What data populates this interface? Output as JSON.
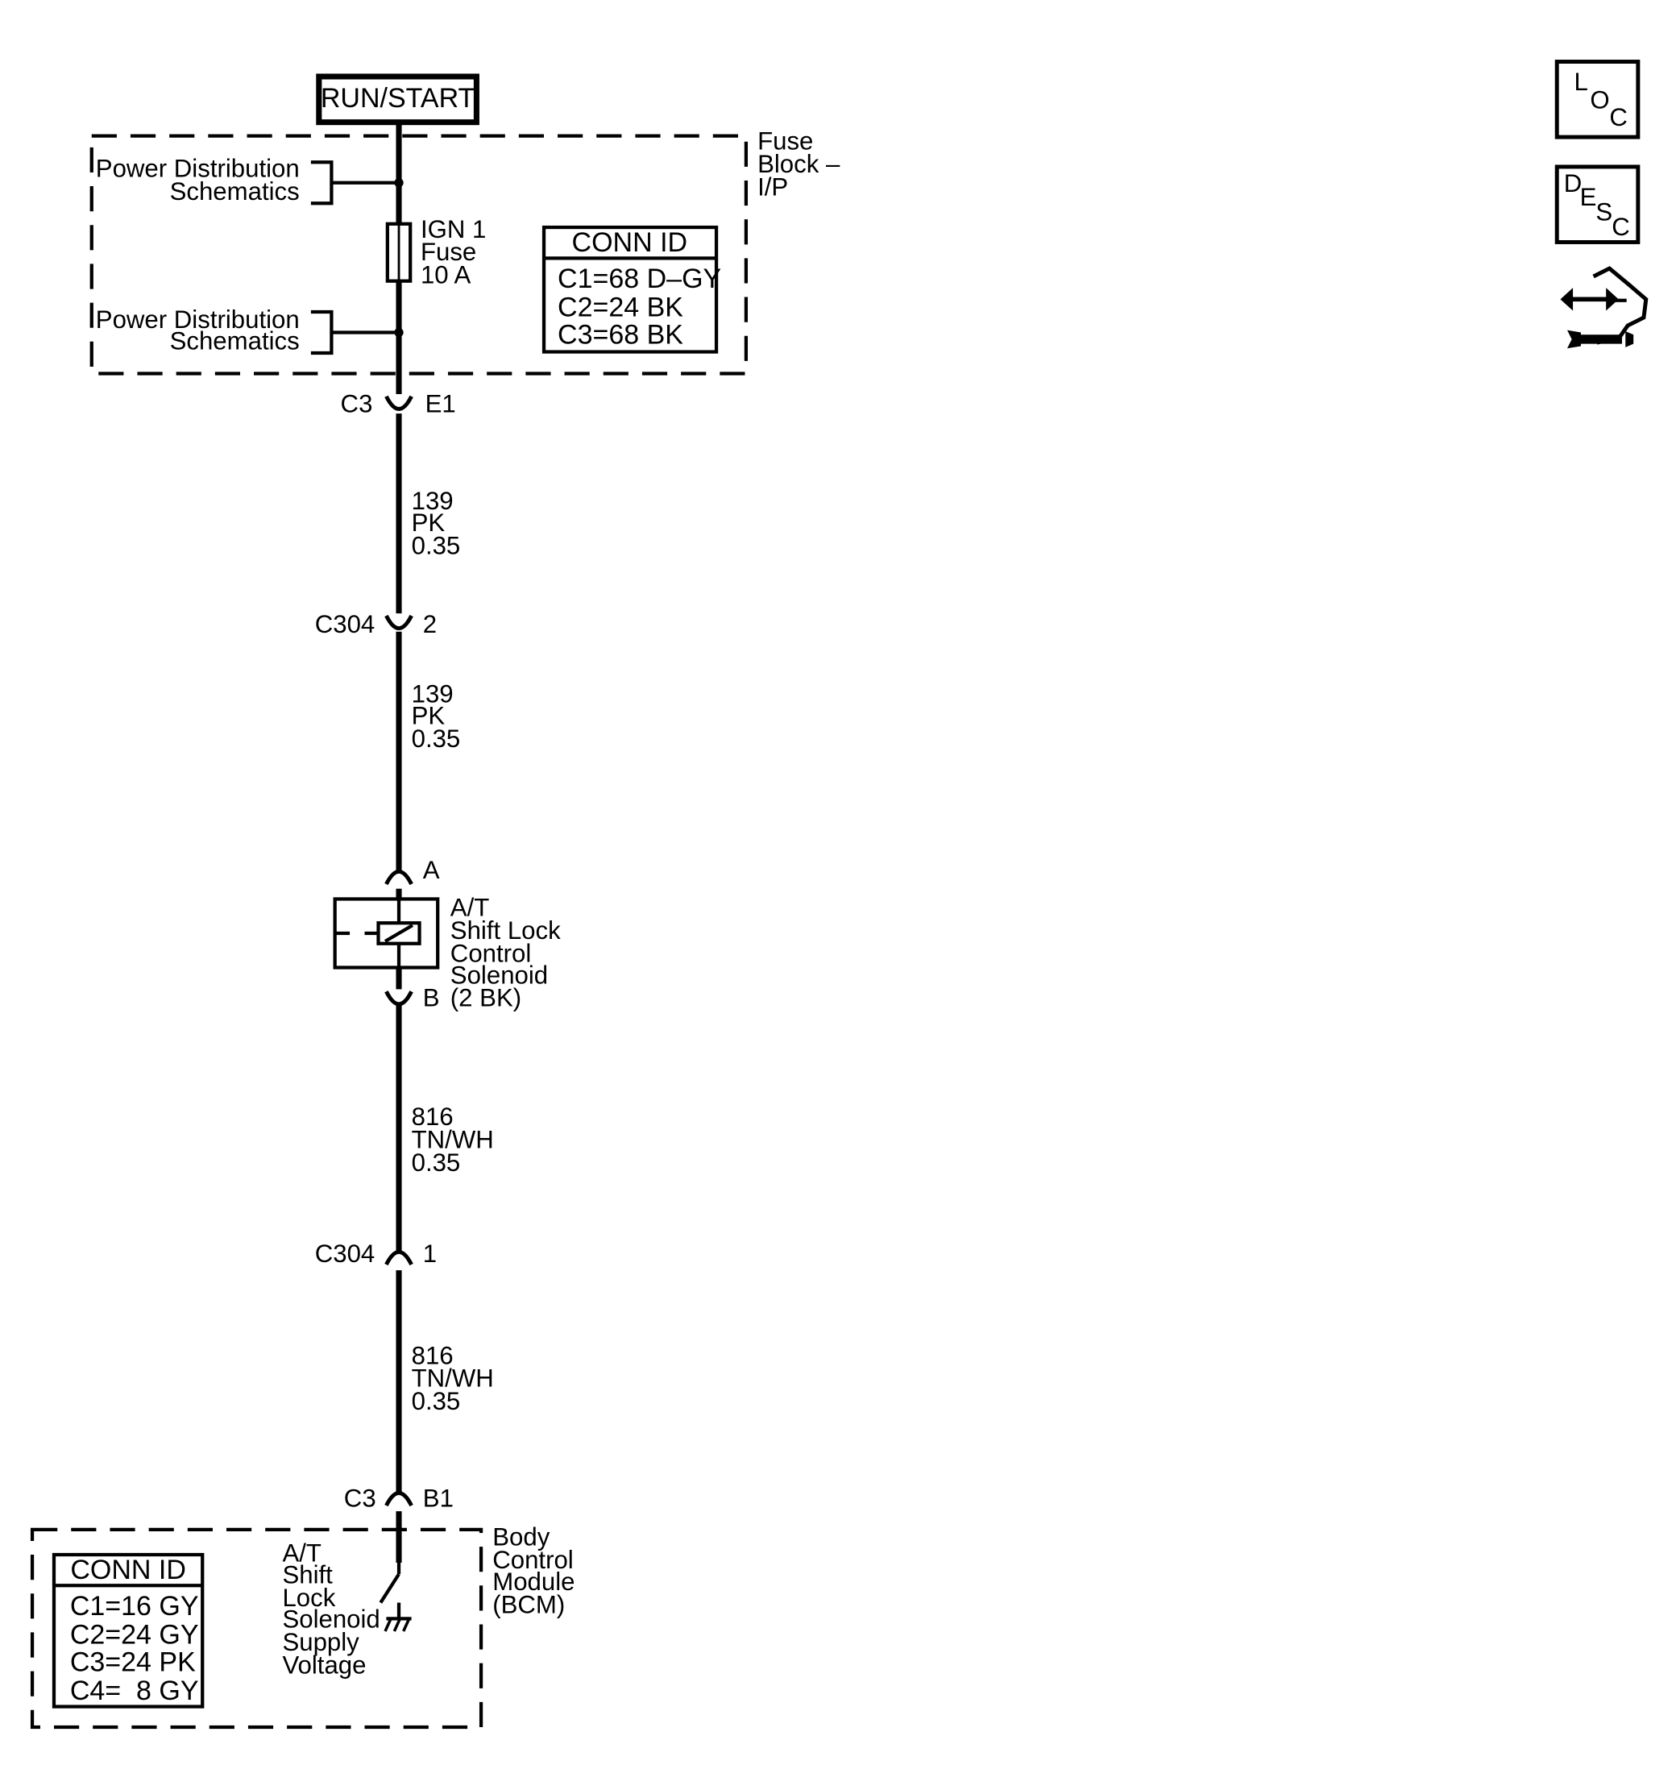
{
  "power_source": {
    "label": "RUN/START"
  },
  "fuse_block": {
    "name_lines": [
      "Fuse",
      "Block –",
      "I/P"
    ],
    "power_dist_top": [
      "Power Distribution",
      "Schematics"
    ],
    "power_dist_bottom": [
      "Power Distribution",
      "Schematics"
    ],
    "fuse_lines": [
      "IGN 1",
      "Fuse",
      "10 A"
    ],
    "conn_id": {
      "title": "CONN ID",
      "rows": [
        "C1=68 D–GY",
        "C2=24 BK",
        "C3=68 BK"
      ]
    }
  },
  "connectors": {
    "c3_e1": {
      "left": "C3",
      "right": "E1"
    },
    "c304_2": {
      "left": "C304",
      "right": "2"
    },
    "solenoid_a": {
      "right": "A"
    },
    "solenoid_b": {
      "right": "B"
    },
    "c304_1": {
      "left": "C304",
      "right": "1"
    },
    "c3_b1": {
      "left": "C3",
      "right": "B1"
    }
  },
  "wires": {
    "wire1": [
      "139",
      "PK",
      "0.35"
    ],
    "wire2": [
      "139",
      "PK",
      "0.35"
    ],
    "wire3": [
      "816",
      "TN/WH",
      "0.35"
    ],
    "wire4": [
      "816",
      "TN/WH",
      "0.35"
    ]
  },
  "solenoid": {
    "lines": [
      "A/T",
      "Shift Lock",
      "Control",
      "Solenoid",
      "(2 BK)"
    ]
  },
  "bcm": {
    "name_lines": [
      "Body",
      "Control",
      "Module",
      "(BCM)"
    ],
    "switch_lines": [
      "A/T",
      "Shift",
      "Lock",
      "Solenoid",
      "Supply",
      "Voltage"
    ],
    "conn_id": {
      "title": "CONN ID",
      "rows": [
        "C1=16 GY",
        "C2=24 GY",
        "C3=24 PK",
        "C4=  8 GY"
      ]
    }
  },
  "side_icons": {
    "loc": {
      "icon": "loc-icon",
      "letters": [
        "L",
        "O",
        "C"
      ]
    },
    "desc": {
      "icon": "desc-icon",
      "letters": [
        "D",
        "E",
        "S",
        "C"
      ]
    },
    "connector_views": {
      "icon": "connector-wrench-icon"
    }
  }
}
